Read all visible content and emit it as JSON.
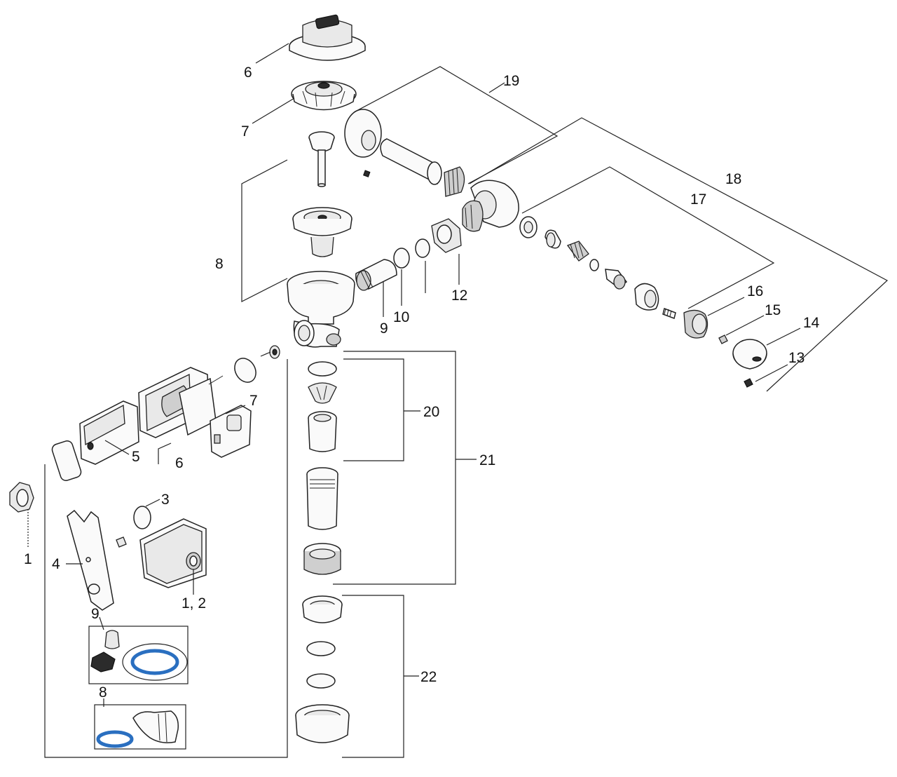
{
  "labels": {
    "l_6_top": "6",
    "l_7_top": "7",
    "l_8_left": "8",
    "l_19": "19",
    "l_18": "18",
    "l_17": "17",
    "l_16": "16",
    "l_15": "15",
    "l_14": "14",
    "l_13": "13",
    "l_12": "12",
    "l_10": "10",
    "l_9_mid": "9",
    "l_20": "20",
    "l_21": "21",
    "l_22": "22",
    "l_7_kit": "7",
    "l_5": "5",
    "l_6_kit": "6",
    "l_3": "3",
    "l_1": "1",
    "l_4": "4",
    "l_1_2": "1, 2",
    "l_9_kit": "9",
    "l_8_kit": "8"
  },
  "colors": {
    "line": "#222222",
    "seal_blue": "#2a6fc0",
    "background": "#ffffff"
  }
}
